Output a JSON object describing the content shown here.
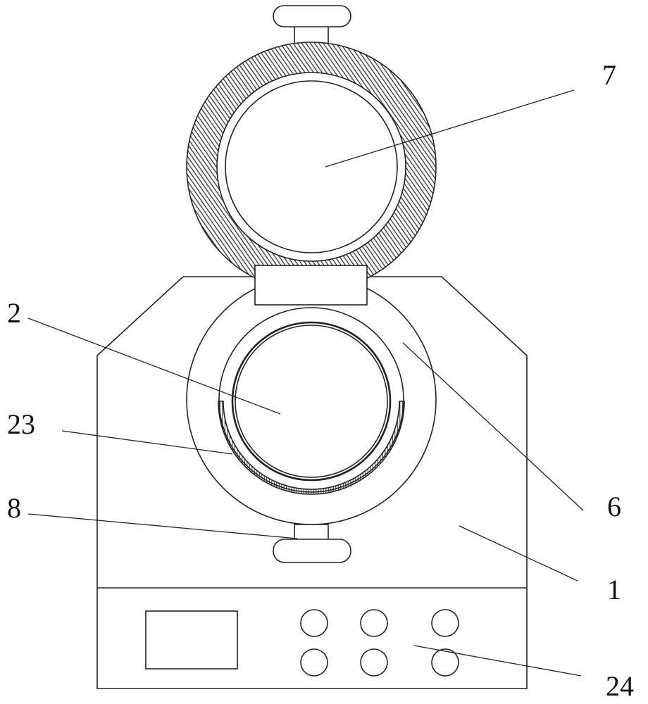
{
  "labels": {
    "lid": "7",
    "basket": "2",
    "heating_strip": "23",
    "handle": "8",
    "housing_ring": "6",
    "body": "1",
    "control_panel": "24"
  },
  "colors": {
    "line": "#222222",
    "hatch": "#333333",
    "background": "#ffffff"
  }
}
